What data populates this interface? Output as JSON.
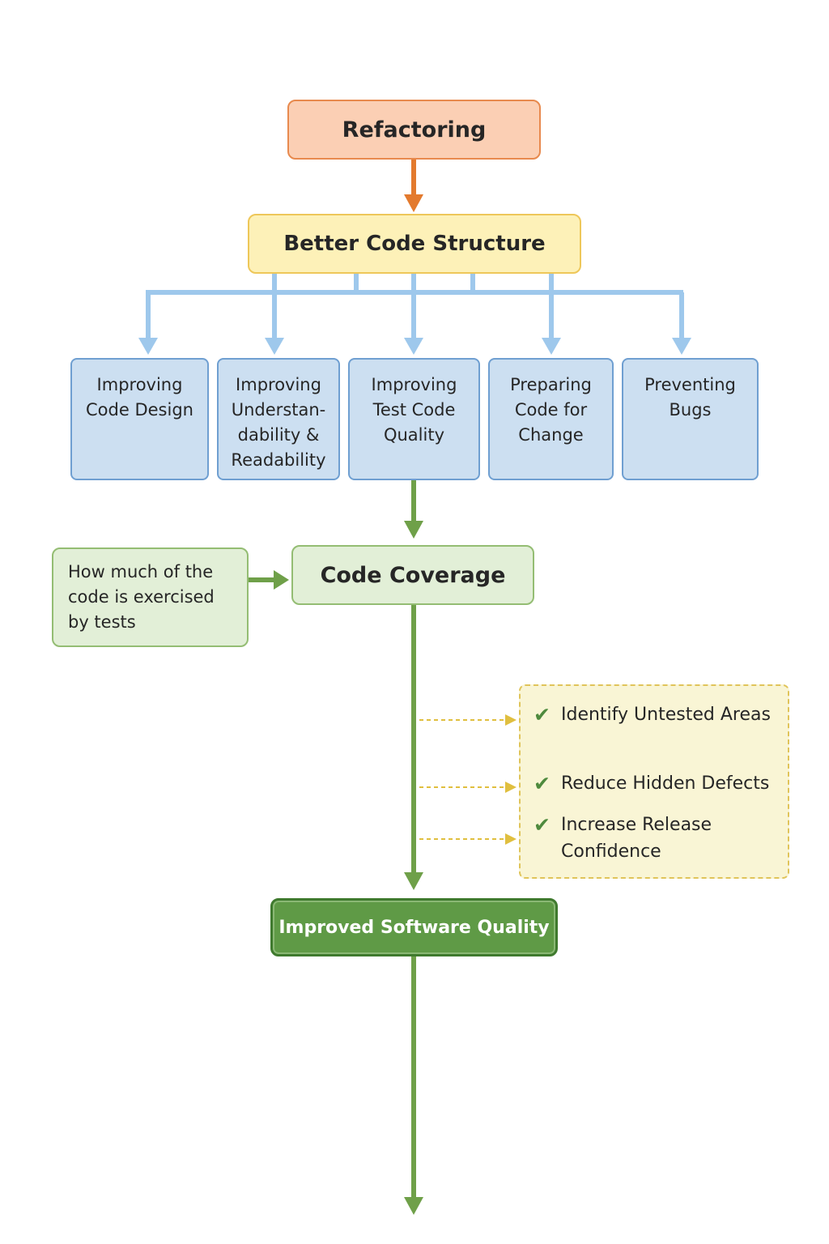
{
  "diagram": {
    "top_node": "Refactoring",
    "structure_node": "Better Code Structure",
    "benefit_areas": [
      "Improving Code Design",
      "Improving Understan- dability & Readability",
      "Improving Test Code Quality",
      "Preparing Code for Change",
      "Preventing Bugs"
    ],
    "coverage_node": "Code Coverage",
    "coverage_note": "How much of the code is exercised by tests",
    "coverage_outcomes": [
      "Identify Untested Areas",
      "Reduce Hidden Defects",
      "Increase Release Confidence"
    ],
    "result_node": "Improved Software Quality"
  },
  "colors": {
    "orange_arrow": "#e37a2e",
    "blue_connector": "#9ec8ec",
    "green_arrow": "#6fa049",
    "dashed_connector": "#e0bf3f"
  },
  "icons": {
    "outcome_marker": "check-icon"
  }
}
